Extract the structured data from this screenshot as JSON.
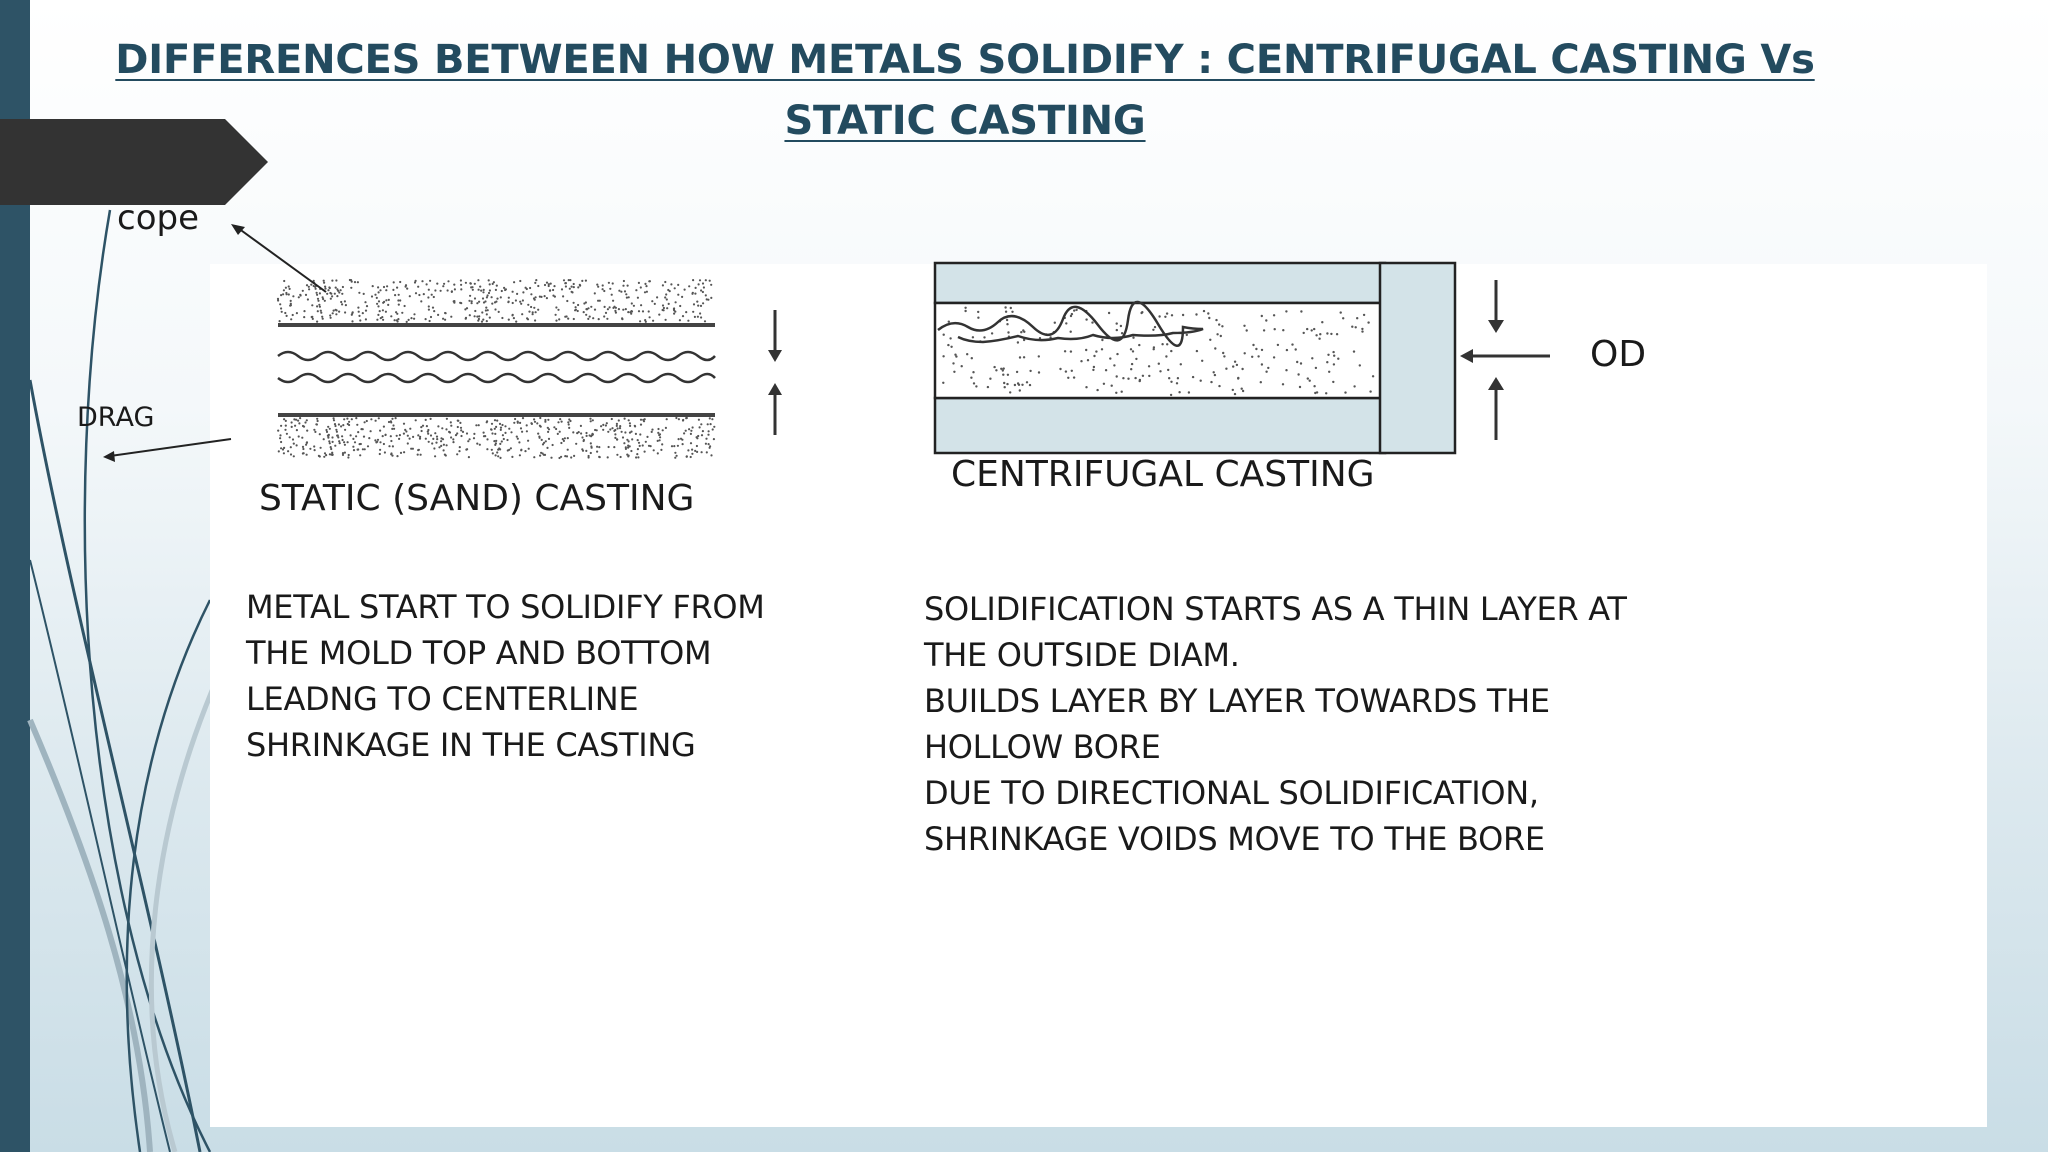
{
  "slide": {
    "title": "DIFFERENCES BETWEEN HOW METALS SOLIDIFY : CENTRIFUGAL CASTING  Vs STATIC CASTING",
    "accent_color": "#2e5366",
    "title_color": "#234b5f"
  },
  "static_casting": {
    "caption": "STATIC (SAND) CASTING",
    "cope_label": "cope",
    "drag_label": "DRAG",
    "description_lines": [
      "METAL START TO SOLIDIFY FROM",
      "THE MOLD TOP AND BOTTOM",
      "LEADNG TO CENTERLINE",
      "SHRINKAGE IN THE CASTING"
    ]
  },
  "centrifugal_casting": {
    "caption": "CENTRIFUGAL CASTING",
    "od_label": "OD",
    "mold_color": "#d3e3e8",
    "description_lines": [
      "SOLIDIFICATION STARTS AS A THIN LAYER AT",
      "THE OUTSIDE DIAM.",
      "BUILDS LAYER BY LAYER TOWARDS THE",
      "HOLLOW BORE",
      "DUE TO DIRECTIONAL SOLIDIFICATION,",
      "SHRINKAGE VOIDS MOVE TO THE BORE"
    ]
  }
}
